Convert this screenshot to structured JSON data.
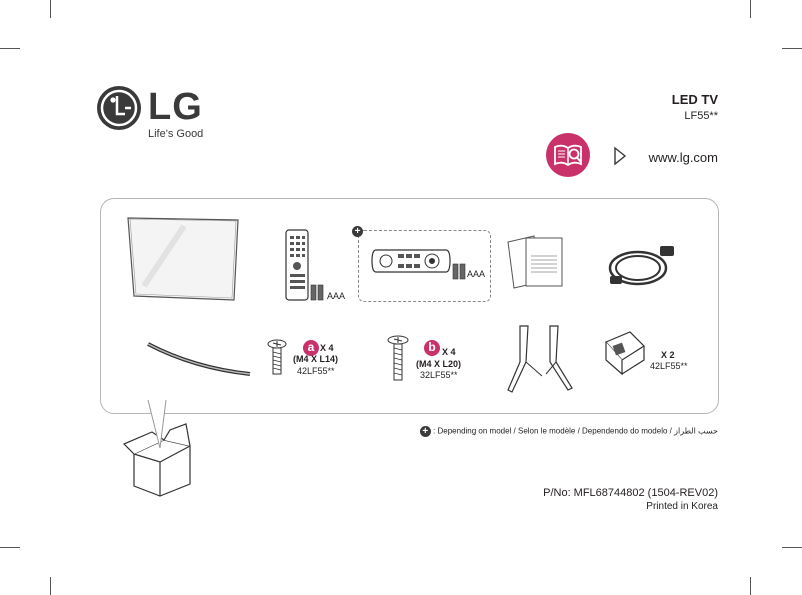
{
  "brand": {
    "logo_text": "LG",
    "slogan": "Life's Good",
    "accent_color": "#c8316a"
  },
  "product": {
    "title": "LED TV",
    "model": "LF55**",
    "website": "www.lg.com"
  },
  "accessories": {
    "remote_battery": "AAA",
    "magic_remote_battery": "AAA",
    "screw_a": {
      "badge": "a",
      "count": "X 4",
      "size": "(M4 X L14)",
      "model": "42LF55**"
    },
    "screw_b": {
      "badge": "b",
      "count": "X 4",
      "size": "(M4 X L20)",
      "model": "32LF55**"
    },
    "holder": {
      "count": "X 2",
      "model": "42LF55**"
    }
  },
  "note": {
    "symbol": "+",
    "text": ": Depending on model / Selon le modèle / Dependendo do modelo / حسب الطراز"
  },
  "footer": {
    "part_number": "P/No: MFL68744802 (1504-REV02)",
    "printed": "Printed in Korea"
  }
}
